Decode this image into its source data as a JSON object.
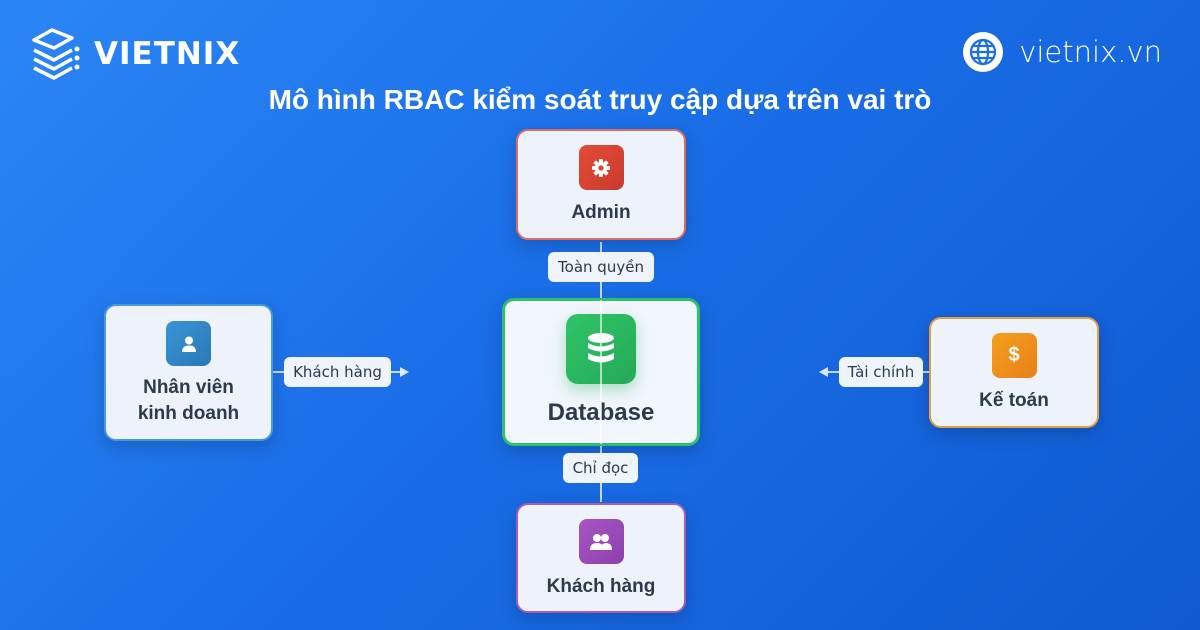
{
  "header": {
    "brand": "VIETNIX",
    "website": "vietnix.vn",
    "title": "Mô hình RBAC kiểm soát truy cập dựa trên vai trò"
  },
  "nodes": {
    "admin": {
      "label": "Admin",
      "icon": "gear-icon",
      "color": "#d9402f"
    },
    "database": {
      "label": "Database",
      "icon": "database-icon",
      "color": "#28b862"
    },
    "sales": {
      "label_line1": "Nhân viên",
      "label_line2": "kinh doanh",
      "icon": "user-icon",
      "color": "#2f86c8"
    },
    "accountant": {
      "label": "Kế toán",
      "icon": "dollar-icon",
      "icon_text": "$",
      "color": "#f0901a"
    },
    "customer": {
      "label": "Khách hàng",
      "icon": "users-icon",
      "color": "#9a4cb8"
    }
  },
  "edges": {
    "admin": "Toàn quyền",
    "sales": "Khách hàng",
    "accountant": "Tài chính",
    "customer": "Chỉ đọc"
  }
}
